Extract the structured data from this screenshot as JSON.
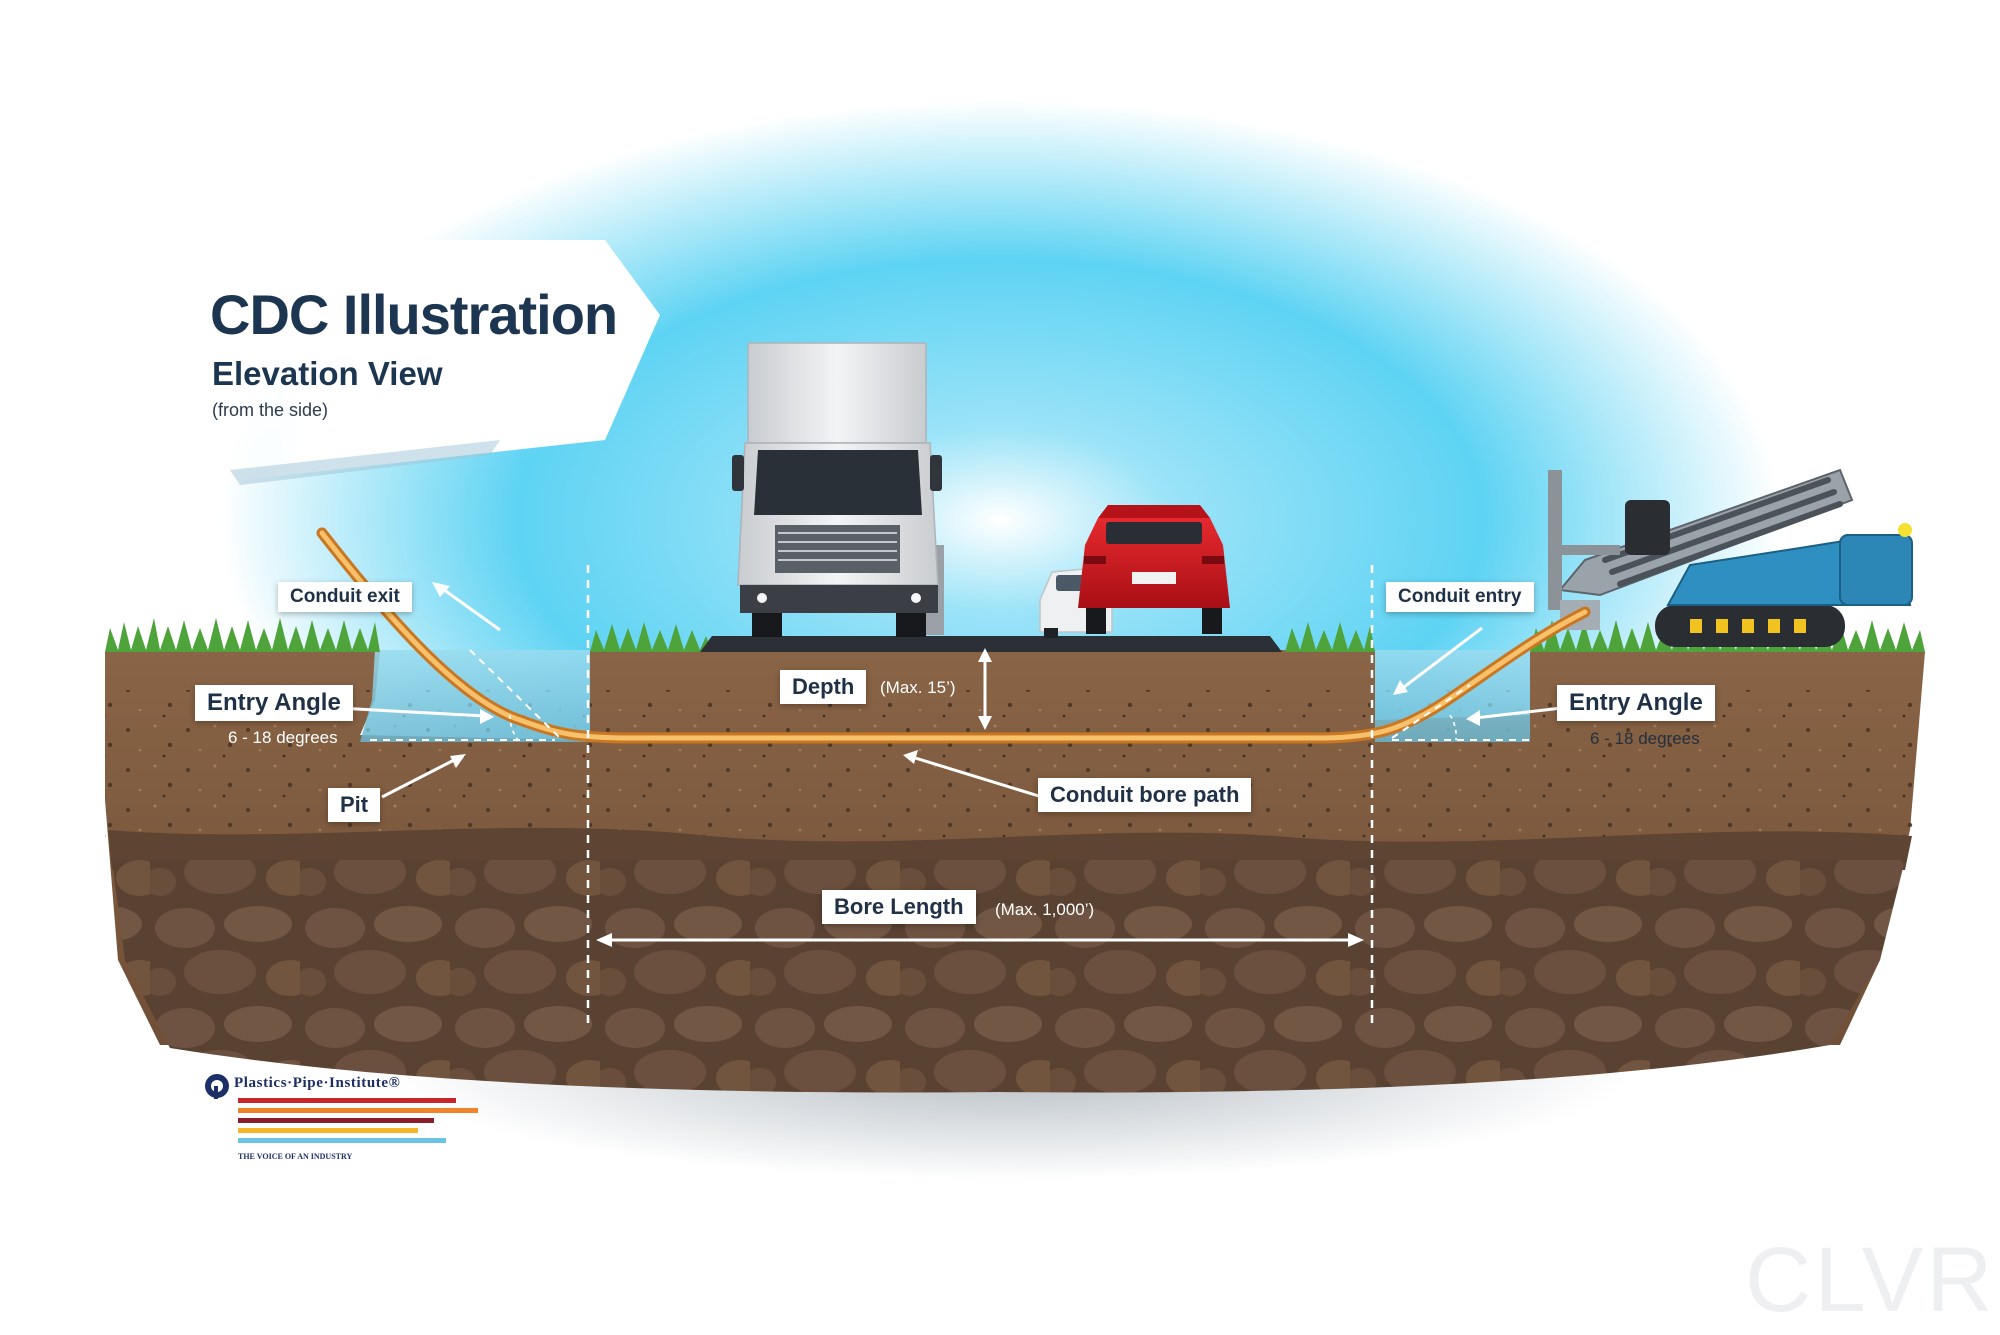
{
  "title": "CDC Illustration",
  "subtitle": "Elevation View",
  "subtitle_note": "(from the side)",
  "labels": {
    "conduit_exit": "Conduit exit",
    "conduit_entry": "Conduit entry",
    "entry_angle_left": "Entry Angle",
    "entry_angle_left_value": "6 - 18 degrees",
    "entry_angle_right": "Entry Angle",
    "entry_angle_right_value": "6 - 18 degrees",
    "pit": "Pit",
    "depth": "Depth",
    "depth_max": "(Max. 15’)",
    "conduit_bore_path": "Conduit bore path",
    "bore_length": "Bore Length",
    "bore_length_max": "(Max. 1,000’)"
  },
  "logo": {
    "name": "Plastics·Pipe·Institute®",
    "tagline": "THE VOICE OF AN INDUSTRY",
    "stripe_colors": [
      "#c8262d",
      "#f0842a",
      "#8b1d2c",
      "#f5b727",
      "#6cc4e4"
    ]
  },
  "watermark": "CLVR",
  "colors": {
    "sky": "#5ed3f3",
    "conduit": "#f3a640",
    "soil_top": "#7e5a3e",
    "soil_deep": "#5a4232",
    "grass": "#4ea33b",
    "label_text": "#1f3146",
    "drill_rig": "#2f8fc0",
    "car": "#d4141c",
    "truck": "#e4e6e8"
  }
}
